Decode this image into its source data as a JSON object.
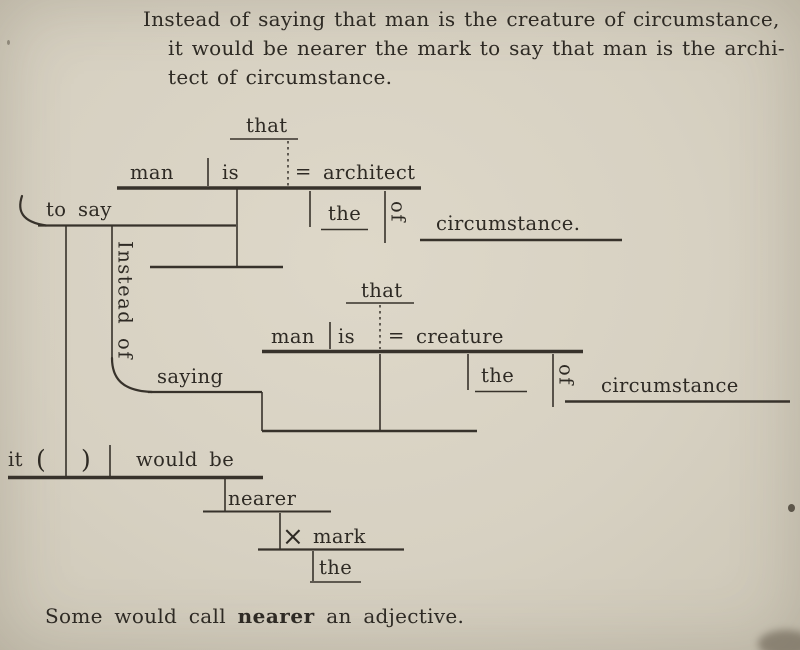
{
  "colors": {
    "paper": "#d7d1c2",
    "ink": "#2e2a24"
  },
  "paragraph": {
    "line1": "Instead of saying that man is the creature of circumstance,",
    "line2": "it would be nearer the mark to say that man is the archi-",
    "line3": "tect of circumstance."
  },
  "diagram": {
    "upper_clause": {
      "conjunction": "that",
      "subject": "man",
      "verb": "is",
      "equals": "=",
      "complement": "architect",
      "article": "the",
      "preposition": "of",
      "prep_object": "circumstance."
    },
    "infinitive_phrase": {
      "infinitive": "to say"
    },
    "prep_phrase": {
      "preposition": "Instead of",
      "gerund": "saying"
    },
    "lower_clause": {
      "conjunction": "that",
      "subject": "man",
      "verb": "is",
      "equals": "=",
      "complement": "creature",
      "article": "the",
      "preposition": "of",
      "prep_object": "circumstance"
    },
    "main_clause": {
      "subject": "it",
      "paren_open": "(",
      "paren_close": ")",
      "verb": "would be",
      "complement": "nearer",
      "x_sign": "×",
      "than_object": "mark",
      "article": "the"
    }
  },
  "footnote": {
    "pre": "Some would call ",
    "emphasis": "nearer",
    "post": " an adjective."
  }
}
